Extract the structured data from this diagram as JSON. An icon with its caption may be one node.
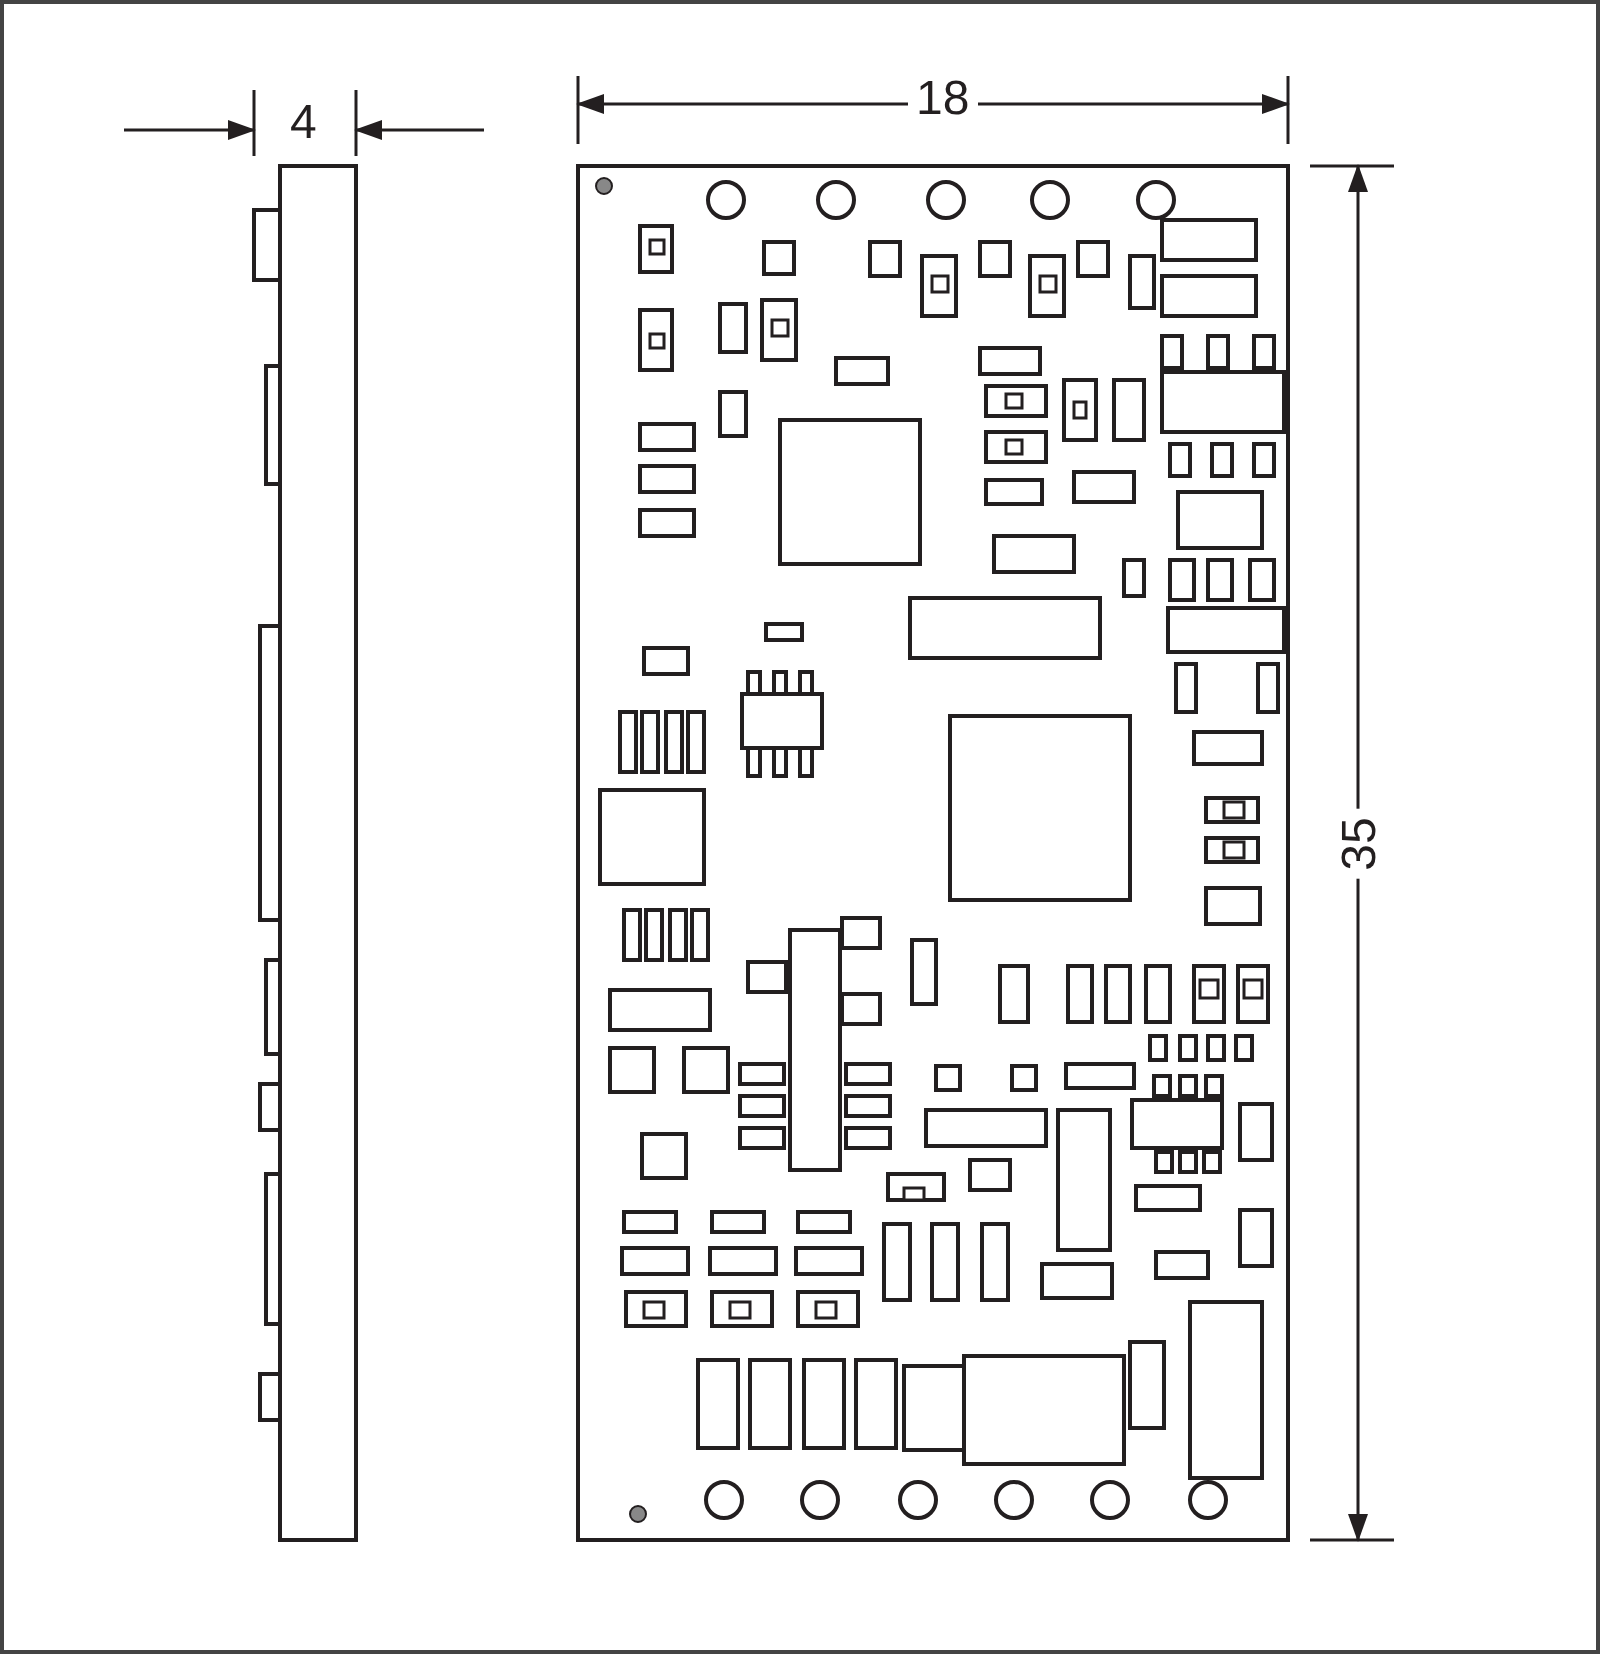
{
  "diagram": {
    "labels": [
      "4",
      "18",
      "35"
    ]
  }
}
